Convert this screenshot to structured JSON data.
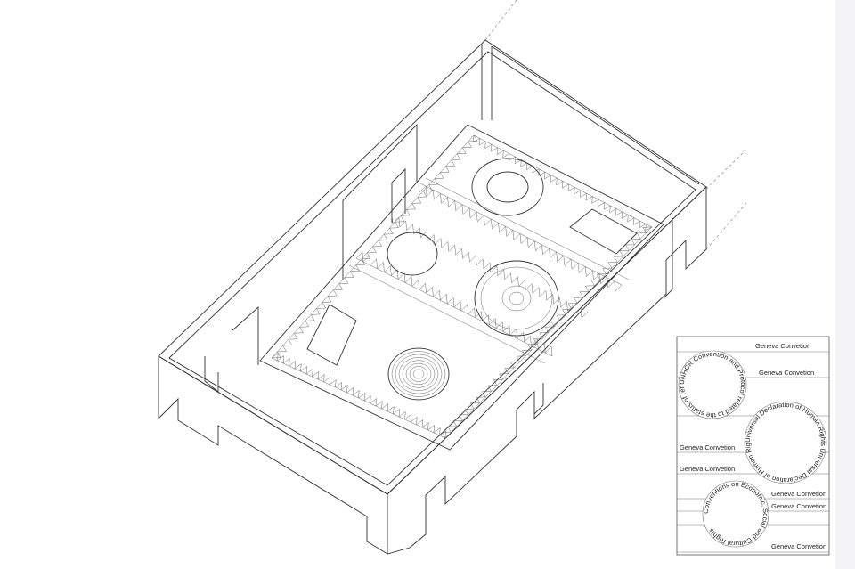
{
  "legend": {
    "circles": [
      {
        "text": "UNHCR Convention and Protocol related to the status of refugees"
      },
      {
        "text": "Universal Declaration of Human Rights Universal Declaration of Human Rights"
      },
      {
        "text": "Conventions on Economic, Social and Cultural Rights"
      }
    ],
    "labels": [
      "Geneva Convetion",
      "Geneva Convetion",
      "Geneva Convetion",
      "Geneva Convetion",
      "Geneva Convetion",
      "Geneva Convetion",
      "Geneva Convetion"
    ]
  }
}
